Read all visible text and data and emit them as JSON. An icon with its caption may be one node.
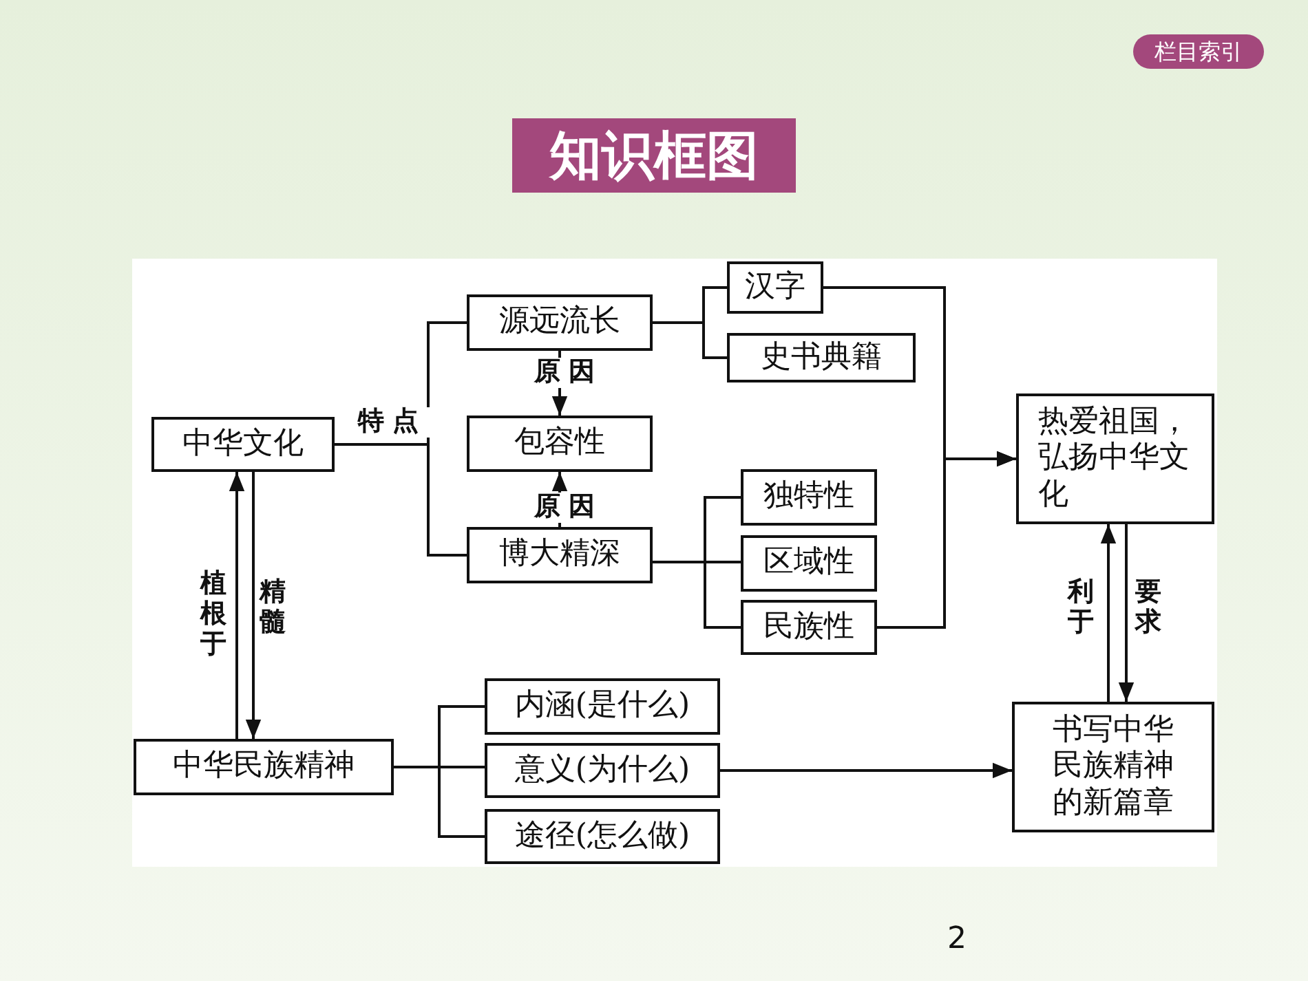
{
  "diagram": {
    "title": "知识框图",
    "nodes": [
      {
        "text": [
          "中华文化"
        ]
      },
      {
        "text": [
          "源远流长"
        ]
      },
      {
        "text": [
          "包容性"
        ]
      },
      {
        "text": [
          "博大精深"
        ]
      },
      {
        "text": [
          "汉字"
        ]
      },
      {
        "text": [
          "史书典籍"
        ]
      },
      {
        "text": [
          "独特性"
        ]
      },
      {
        "text": [
          "区域性"
        ]
      },
      {
        "text": [
          "民族性"
        ]
      },
      {
        "text": [
          "热爱祖国，弘扬中华文化"
        ]
      },
      {
        "text": [
          "中华民族精神"
        ]
      },
      {
        "text": [
          "内涵(是什么)"
        ]
      },
      {
        "text": [
          "意义(为什么)"
        ]
      },
      {
        "text": [
          "途径(怎么做)"
        ]
      },
      {
        "text": [
          "书写中华民族精神的新篇章"
        ]
      }
    ],
    "edges": [
      {
        "from": 0,
        "to": 1,
        "arrow": "none",
        "label": "特点"
      },
      {
        "from": 0,
        "to": 3,
        "arrow": "none"
      },
      {
        "from": 1,
        "to": 2,
        "arrow": "to",
        "label": "原因"
      },
      {
        "from": 3,
        "to": 2,
        "arrow": "to",
        "label": "原因"
      },
      {
        "from": 1,
        "to": 4,
        "arrow": "none"
      },
      {
        "from": 1,
        "to": 5,
        "arrow": "none"
      },
      {
        "from": 3,
        "to": 6,
        "arrow": "none"
      },
      {
        "from": 3,
        "to": 7,
        "arrow": "none"
      },
      {
        "from": 3,
        "to": 8,
        "arrow": "none"
      },
      {
        "from": 4,
        "to": 9,
        "arrow": "to"
      },
      {
        "from": 8,
        "to": 9,
        "arrow": "to"
      },
      {
        "from": 10,
        "to": 0,
        "arrow": "to",
        "label": "植根于"
      },
      {
        "from": 0,
        "to": 10,
        "arrow": "to",
        "label": "精髓"
      },
      {
        "from": 10,
        "to": 11,
        "arrow": "none"
      },
      {
        "from": 10,
        "to": 12,
        "arrow": "none"
      },
      {
        "from": 10,
        "to": 13,
        "arrow": "none"
      },
      {
        "from": 12,
        "to": 14,
        "arrow": "to"
      },
      {
        "from": 14,
        "to": 9,
        "arrow": "to",
        "label": "利于"
      },
      {
        "from": 9,
        "to": 14,
        "arrow": "to",
        "label": "要求"
      }
    ],
    "labels": [
      "栏目索引",
      "2"
    ]
  }
}
